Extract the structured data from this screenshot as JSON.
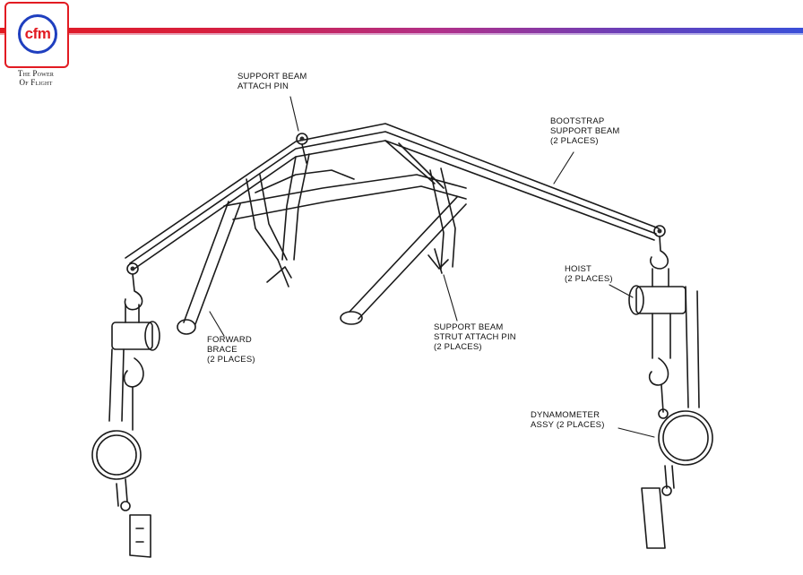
{
  "header": {
    "logo_text": "cfm",
    "tagline_line1": "The Power",
    "tagline_line2": "Of Flight",
    "band_colors": [
      "#e21b22",
      "#b0308a",
      "#3a4fd8"
    ]
  },
  "diagram": {
    "labels": {
      "support_beam_attach_pin": "SUPPORT BEAM\nATTACH PIN",
      "bootstrap_support_beam": "BOOTSTRAP\nSUPPORT BEAM\n(2 PLACES)",
      "hoist": "HOIST\n(2 PLACES)",
      "forward_brace": "FORWARD\nBRACE\n(2 PLACES)",
      "support_beam_strut_attach_pin": "SUPPORT BEAM\nSTRUT ATTACH PIN\n(2 PLACES)",
      "dynamometer_assy": "DYNAMOMETER\nASSY (2 PLACES)"
    }
  }
}
